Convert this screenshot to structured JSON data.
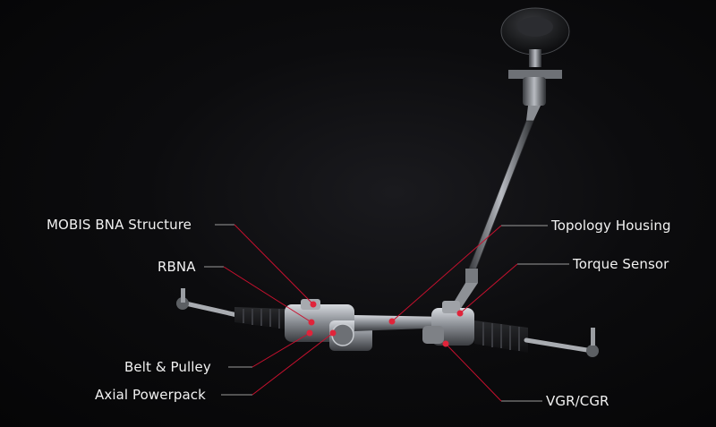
{
  "labels": {
    "mobis_bna_structure": "MOBIS BNA Structure",
    "rbna": "RBNA",
    "belt_pulley": "Belt & Pulley",
    "axial_powerpack": "Axial Powerpack",
    "topology_housing": "Topology Housing",
    "torque_sensor": "Torque Sensor",
    "vgr_cgr": "VGR/CGR"
  },
  "colors": {
    "background": "#050506",
    "label_text": "#f2f2f2",
    "callout_line": "#c8102e",
    "leader_line": "#9a9a9a",
    "callout_dot": "#e0243a",
    "metal": "#8c9096"
  }
}
